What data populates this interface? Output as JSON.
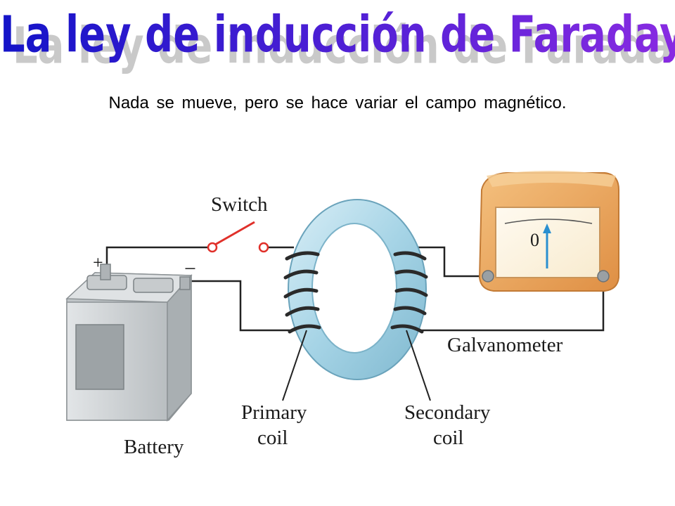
{
  "title": "La ley de inducción de Faraday",
  "subtitle": "Nada se mueve, pero se hace variar el campo magnético.",
  "colors": {
    "title_gradient_start": "#1414c8",
    "title_gradient_end": "#8a2be2",
    "ring": "#a9d6e6",
    "meter_case": "#e8a156",
    "battery": "#cfd3d5"
  },
  "diagram": {
    "switch_label": "Switch",
    "plus_sign": "+",
    "minus_sign": "−",
    "meter_zero": "0",
    "galvanometer_label": "Galvanometer",
    "primary_label_1": "Primary",
    "primary_label_2": "coil",
    "secondary_label_1": "Secondary",
    "secondary_label_2": "coil",
    "battery_label": "Battery"
  }
}
